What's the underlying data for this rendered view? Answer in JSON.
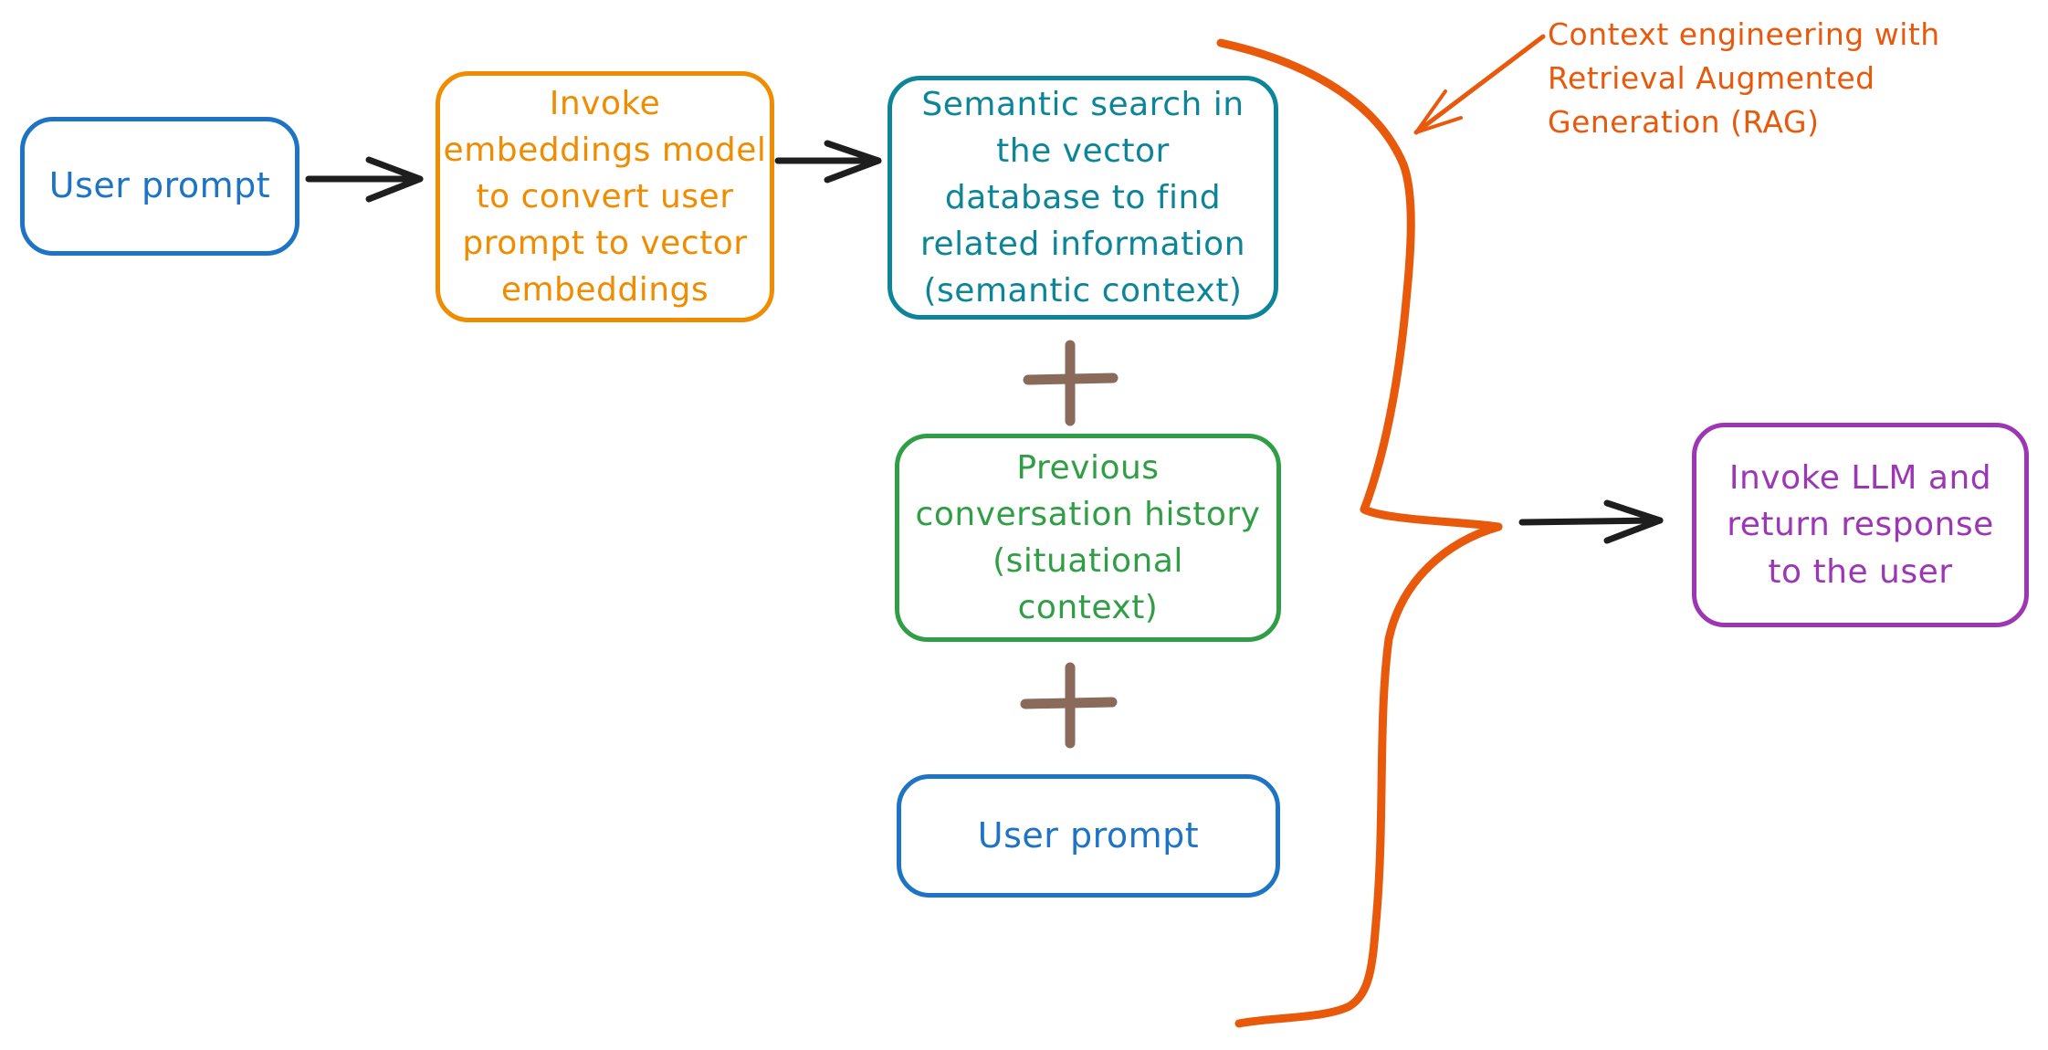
{
  "diagram": {
    "title": "Context engineering with Retrieval Augmented Generation (RAG)",
    "type": "flowchart"
  },
  "colors": {
    "blue": "#1d74c4",
    "orange": "#f08c00",
    "teal": "#0c8599",
    "green": "#2f9e44",
    "purple": "#9c36b5",
    "orange_red": "#e8590c",
    "black": "#1e1e1e",
    "brown": "#8a6b5b",
    "background": "#ffffff"
  },
  "boxes": {
    "user_prompt_1": {
      "label": "User prompt",
      "color": "#1d74c4"
    },
    "embeddings": {
      "label": "Invoke\nembeddings model\nto convert user\nprompt to vector\nembeddings",
      "color": "#f08c00"
    },
    "semantic_search": {
      "label": "Semantic search in\nthe vector\ndatabase to find\nrelated information\n(semantic context)",
      "color": "#0c8599"
    },
    "conversation_history": {
      "label": "Previous\nconversation history\n(situational\ncontext)",
      "color": "#2f9e44"
    },
    "user_prompt_2": {
      "label": "User prompt",
      "color": "#1d74c4"
    },
    "llm": {
      "label": "Invoke LLM and\nreturn response\nto the user",
      "color": "#9c36b5"
    }
  },
  "icons": {
    "plus_1": "plus",
    "plus_2": "plus",
    "brace": "right-curly-brace",
    "flow_arrows": [
      "arrow-right",
      "arrow-right",
      "arrow-right"
    ],
    "annotation_arrow": "arrow-down-left"
  },
  "annotation": {
    "label": "Context engineering with\nRetrieval Augmented\nGeneration (RAG)",
    "color": "#e8590c"
  }
}
